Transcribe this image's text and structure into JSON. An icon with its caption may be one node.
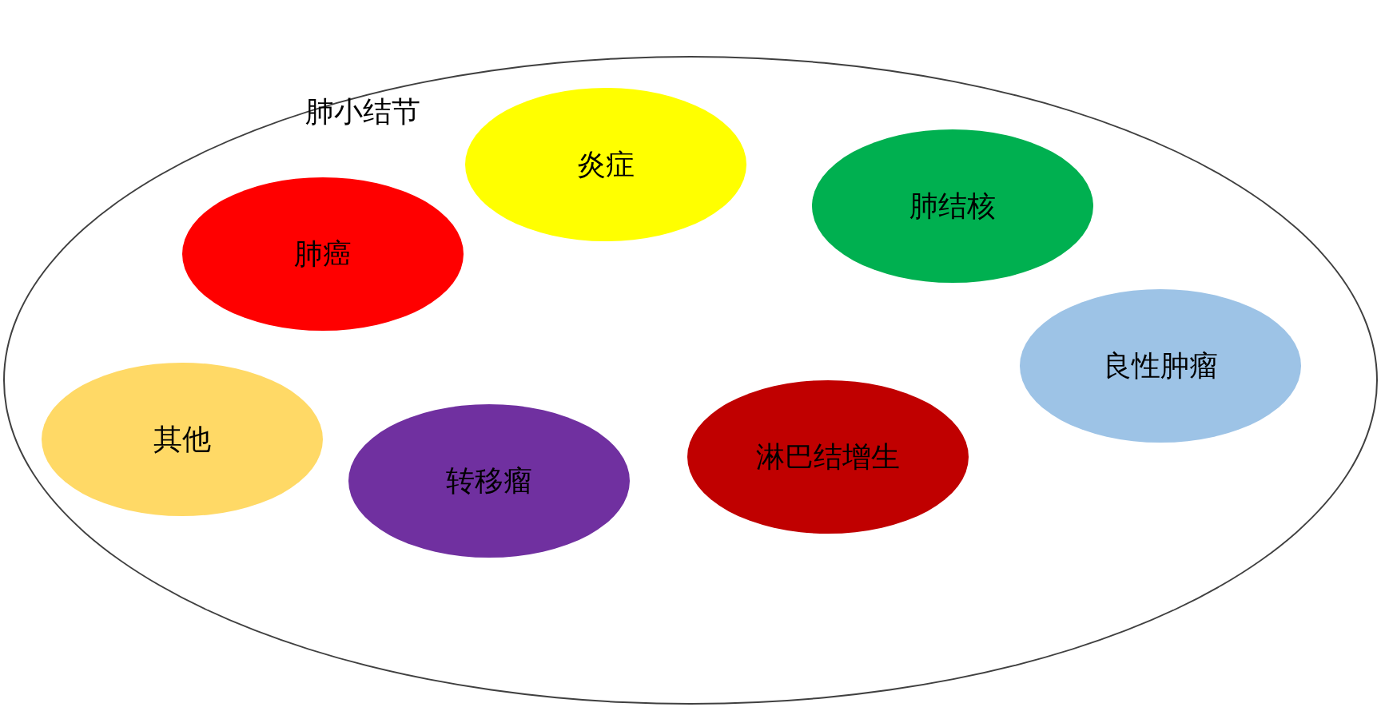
{
  "diagram": {
    "nodes": [
      {
        "text": [
          "肺小结节"
        ]
      },
      {
        "text": [
          "炎症"
        ],
        "in": 0
      },
      {
        "text": [
          "肺结核"
        ],
        "in": 0
      },
      {
        "text": [
          "肺癌"
        ],
        "in": 0
      },
      {
        "text": [
          "良性肿瘤"
        ],
        "in": 0
      },
      {
        "text": [
          "其他"
        ],
        "in": 0
      },
      {
        "text": [
          "转移瘤"
        ],
        "in": 0
      },
      {
        "text": [
          "淋巴结增生"
        ],
        "in": 0
      }
    ]
  }
}
